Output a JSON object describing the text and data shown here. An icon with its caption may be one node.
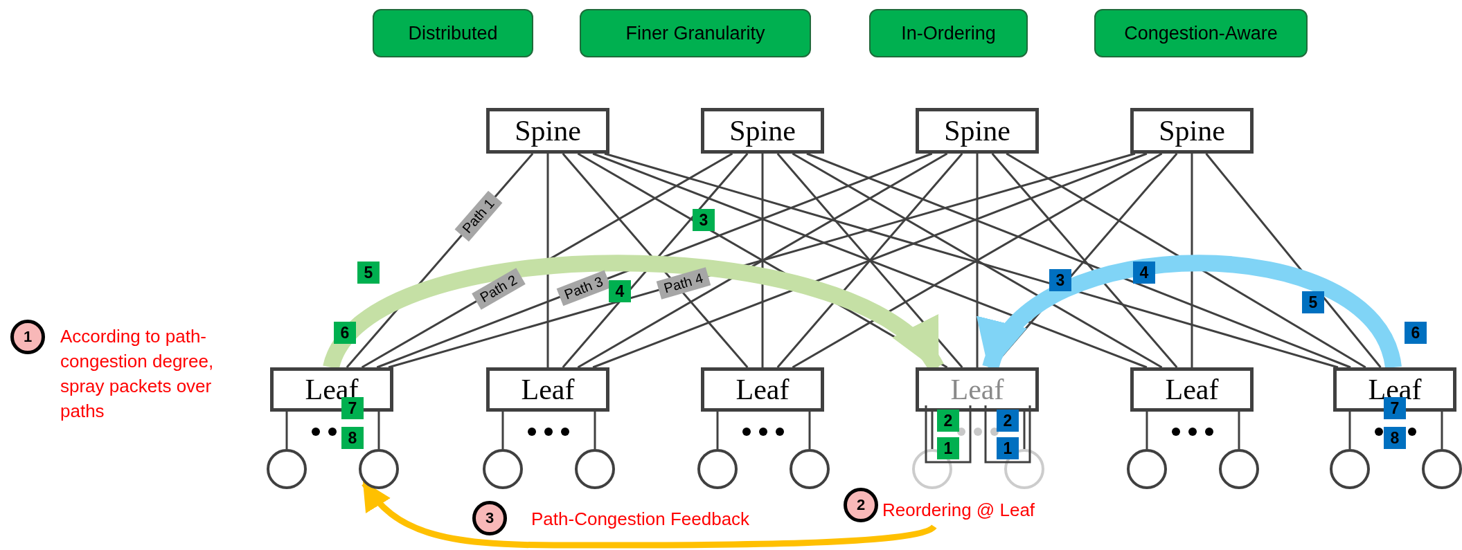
{
  "diagram": {
    "nodes": [
      {
        "text": [
          "Distributed"
        ]
      },
      {
        "text": [
          "Finer Granularity"
        ]
      },
      {
        "text": [
          "In-Ordering"
        ]
      },
      {
        "text": [
          "Congestion-Aware"
        ]
      },
      {
        "text": [
          "Spine"
        ]
      },
      {
        "text": [
          "Spine"
        ]
      },
      {
        "text": [
          "Spine"
        ]
      },
      {
        "text": [
          "Spine"
        ]
      },
      {
        "text": [
          "Leaf"
        ]
      },
      {
        "text": [
          "Leaf"
        ]
      },
      {
        "text": [
          "Leaf"
        ]
      },
      {
        "text": [
          "Leaf"
        ]
      },
      {
        "text": [
          "Leaf"
        ]
      },
      {
        "text": [
          "Leaf"
        ]
      },
      {
        "text": [],
        "shape": "circle"
      },
      {
        "text": [],
        "shape": "circle"
      },
      {
        "text": [],
        "shape": "circle"
      },
      {
        "text": [],
        "shape": "circle"
      },
      {
        "text": [],
        "shape": "circle"
      },
      {
        "text": [],
        "shape": "circle"
      },
      {
        "text": [],
        "shape": "circle"
      },
      {
        "text": [],
        "shape": "circle"
      },
      {
        "text": [],
        "shape": "circle"
      },
      {
        "text": [],
        "shape": "circle"
      },
      {
        "text": [],
        "shape": "circle"
      },
      {
        "text": [],
        "shape": "circle"
      },
      {
        "text": [
          "1"
        ],
        "beside": [
          "According to path-congestion degree, spray packets over paths"
        ]
      },
      {
        "text": [
          "2"
        ],
        "beside": [
          "Reordering @ Leaf"
        ]
      },
      {
        "text": [
          "3"
        ],
        "beside": [
          "Path-Congestion Feedback"
        ]
      }
    ],
    "edges": [
      {
        "from": 4,
        "to": 8,
        "arrow": "none",
        "label": "Path 1"
      },
      {
        "from": 4,
        "to": 9,
        "arrow": "none"
      },
      {
        "from": 4,
        "to": 10,
        "arrow": "none"
      },
      {
        "from": 4,
        "to": 11,
        "arrow": "none"
      },
      {
        "from": 4,
        "to": 12,
        "arrow": "none"
      },
      {
        "from": 4,
        "to": 13,
        "arrow": "none"
      },
      {
        "from": 5,
        "to": 8,
        "arrow": "none",
        "label": "Path 2"
      },
      {
        "from": 5,
        "to": 9,
        "arrow": "none"
      },
      {
        "from": 5,
        "to": 10,
        "arrow": "none"
      },
      {
        "from": 5,
        "to": 11,
        "arrow": "none"
      },
      {
        "from": 5,
        "to": 12,
        "arrow": "none"
      },
      {
        "from": 5,
        "to": 13,
        "arrow": "none"
      },
      {
        "from": 6,
        "to": 8,
        "arrow": "none",
        "label": "Path 3"
      },
      {
        "from": 6,
        "to": 9,
        "arrow": "none"
      },
      {
        "from": 6,
        "to": 10,
        "arrow": "none"
      },
      {
        "from": 6,
        "to": 11,
        "arrow": "none"
      },
      {
        "from": 6,
        "to": 12,
        "arrow": "none"
      },
      {
        "from": 6,
        "to": 13,
        "arrow": "none"
      },
      {
        "from": 7,
        "to": 8,
        "arrow": "none",
        "label": "Path 4"
      },
      {
        "from": 7,
        "to": 9,
        "arrow": "none"
      },
      {
        "from": 7,
        "to": 10,
        "arrow": "none"
      },
      {
        "from": 7,
        "to": 11,
        "arrow": "none"
      },
      {
        "from": 7,
        "to": 12,
        "arrow": "none"
      },
      {
        "from": 7,
        "to": 13,
        "arrow": "none"
      },
      {
        "from": 8,
        "to": 14,
        "arrow": "none"
      },
      {
        "from": 8,
        "to": 15,
        "arrow": "none"
      },
      {
        "from": 9,
        "to": 16,
        "arrow": "none"
      },
      {
        "from": 9,
        "to": 17,
        "arrow": "none"
      },
      {
        "from": 10,
        "to": 18,
        "arrow": "none"
      },
      {
        "from": 10,
        "to": 19,
        "arrow": "none"
      },
      {
        "from": 11,
        "to": 20,
        "arrow": "none"
      },
      {
        "from": 11,
        "to": 21,
        "arrow": "none"
      },
      {
        "from": 12,
        "to": 22,
        "arrow": "none"
      },
      {
        "from": 12,
        "to": 23,
        "arrow": "none"
      },
      {
        "from": 13,
        "to": 24,
        "arrow": "none"
      },
      {
        "from": 13,
        "to": 25,
        "arrow": "none"
      },
      {
        "from": 8,
        "to": 11,
        "arrow": "to",
        "style": "thick",
        "color": "#c5e0a5"
      },
      {
        "from": 13,
        "to": 11,
        "arrow": "to",
        "style": "thick",
        "color": "#80d4f6"
      },
      {
        "from": 27,
        "to": 15,
        "arrow": "to",
        "style": "thick",
        "color": "#ffc000"
      }
    ],
    "labels": [
      "3",
      "5",
      "4",
      "3",
      "4",
      "5",
      "6",
      "6",
      "7",
      "2",
      "2",
      "7",
      "8",
      "1",
      "1",
      "8"
    ]
  }
}
